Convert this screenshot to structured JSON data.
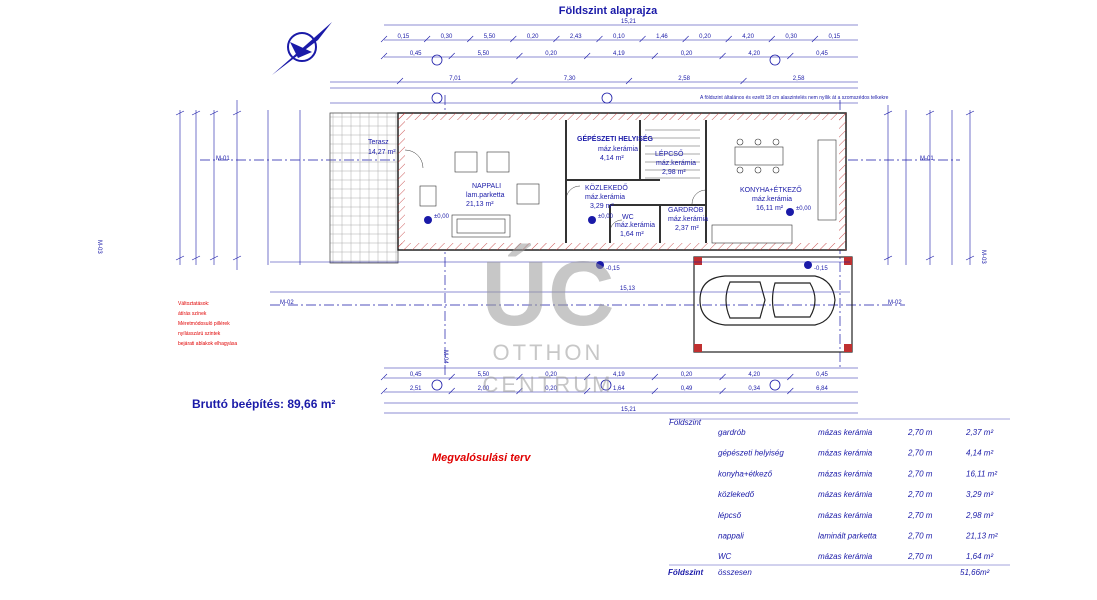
{
  "title": "Földszint alaprajza",
  "brutto": "Bruttó beépítés: 89,66 m²",
  "terv": "Megvalósulási terv",
  "red_notes": [
    "Változtatások:",
    "átírás színek",
    "Méretmódosuló pillérek",
    "nyílásszárú szintek",
    "bejárati ablakok elhagyása"
  ],
  "watermark": {
    "logo": "ÚC",
    "line1": "OTTHON",
    "line2": "CENTRUM"
  },
  "rooms": [
    {
      "name": "Terasz",
      "area": "14,27 m²"
    },
    {
      "name": "NAPPALI",
      "mat": "lam.parketta",
      "area": "21,13 m²"
    },
    {
      "name": "GÉPÉSZETI HELYISÉG",
      "mat": "máz.kerámia",
      "area": "4,14 m²"
    },
    {
      "name": "LÉPCSŐ",
      "mat": "máz.kerámia",
      "area": "2,98 m²"
    },
    {
      "name": "KÖZLEKEDŐ",
      "mat": "máz.kerámia",
      "area": "3,29 m²"
    },
    {
      "name": "GARDRÓB",
      "mat": "máz.kerámia",
      "area": "2,37 m²"
    },
    {
      "name": "WC",
      "mat": "máz.kerámia",
      "area": "1,64 m²"
    },
    {
      "name": "KONYHA+ÉTKEZŐ",
      "mat": "máz.kerámia",
      "area": "16,11 m²"
    }
  ],
  "plan_note": "A földszint általános és ezeltt 18 cm alaszintelés nem nyílik át a szomszédos telkekre",
  "top_dims": {
    "total": "15,21",
    "row1": [
      "0,15",
      "0,30",
      "5,50",
      "0,20",
      "2,43",
      "0,10",
      "1,46",
      "0,20",
      "4,20",
      "0,30",
      "0,15"
    ],
    "row2": [
      "0,45",
      "5,50",
      "0,20",
      "4,19",
      "0,20",
      "4,20",
      "0,45"
    ],
    "row3": [
      "7,01",
      "7,30",
      "2,58",
      "2,58"
    ]
  },
  "bottom_dims": {
    "total": "15,21",
    "row1": [
      "0,45",
      "5,50",
      "0,20",
      "4,19",
      "0,20",
      "4,20",
      "0,45"
    ],
    "row2": [
      "2,51",
      "2,00",
      "0,20",
      "1,64",
      "0,49",
      "0,34",
      "6,84"
    ]
  },
  "mid_dim": "15,13",
  "section_marks": [
    "M-01",
    "M-02",
    "M-03",
    "M-04"
  ],
  "elevations": [
    "±0,00",
    "±0,00",
    "±0,00",
    "-0,15",
    "-0,15"
  ],
  "table": {
    "floor": "Földszint",
    "rows": [
      {
        "room": "gardrób",
        "mat": "mázas kerámia",
        "h": "2,70 m",
        "area": "2,37 m²"
      },
      {
        "room": "gépészeti helyiség",
        "mat": "mázas kerámia",
        "h": "2,70 m",
        "area": "4,14 m²"
      },
      {
        "room": "konyha+étkező",
        "mat": "mázas kerámia",
        "h": "2,70 m",
        "area": "16,11 m²"
      },
      {
        "room": "közlekedő",
        "mat": "mázas kerámia",
        "h": "2,70 m",
        "area": "3,29 m²"
      },
      {
        "room": "lépcső",
        "mat": "mázas kerámia",
        "h": "2,70 m",
        "area": "2,98 m²"
      },
      {
        "room": "nappali",
        "mat": "laminált parketta",
        "h": "2,70 m",
        "area": "21,13 m²"
      },
      {
        "room": "WC",
        "mat": "mázas kerámia",
        "h": "2,70 m",
        "area": "1,64 m²"
      }
    ],
    "total_floor": "Földszint",
    "total_label": "összesen",
    "total_area": "51,66m²"
  }
}
